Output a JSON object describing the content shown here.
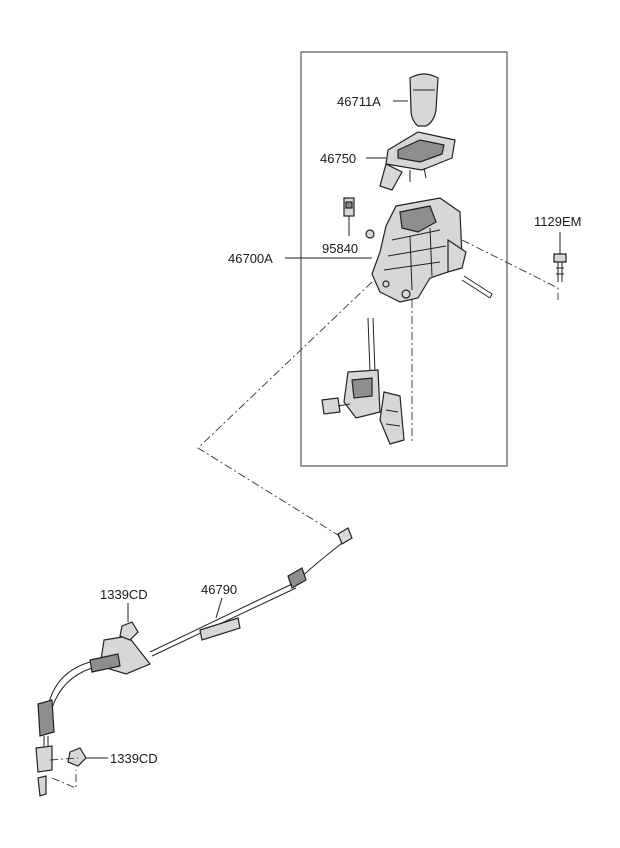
{
  "callouts": {
    "knob": "46711A",
    "indicator": "46750",
    "switch": "95840",
    "assembly": "46700A",
    "bolt": "1129EM",
    "cable": "46790",
    "nut_upper": "1339CD",
    "nut_lower": "1339CD"
  },
  "icons": {
    "knob": "shift-knob-icon",
    "indicator": "shift-indicator-icon",
    "switch": "micro-switch-icon",
    "bracket": "shift-lever-bracket-icon",
    "lever": "shift-lever-icon",
    "bolt": "bolt-icon",
    "cable": "shift-cable-icon"
  }
}
